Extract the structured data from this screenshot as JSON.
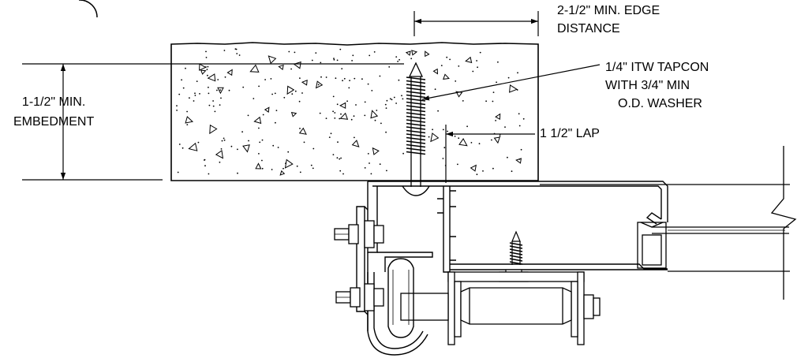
{
  "annotations": {
    "edge_distance": {
      "line1": "2-1/2\" MIN. EDGE",
      "line2": "DISTANCE"
    },
    "tapcon": {
      "line1": "1/4\" ITW TAPCON",
      "line2": "WITH 3/4\" MIN",
      "line3": "O.D. WASHER"
    },
    "embedment": {
      "line1": "1-1/2\" MIN.",
      "line2": "EMBEDMENT"
    },
    "lap": {
      "text": "1 1/2\" LAP"
    }
  }
}
